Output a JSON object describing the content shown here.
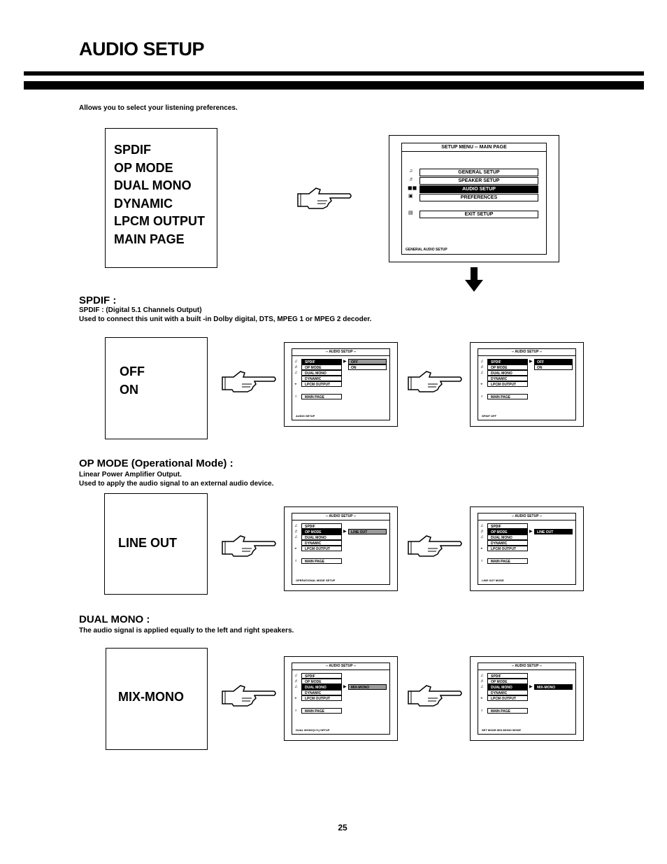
{
  "page": {
    "title": "AUDIO SETUP",
    "intro": "Allows you to select your listening preferences.",
    "page_number": "25"
  },
  "menu_box": {
    "items": [
      "SPDIF",
      "OP MODE",
      "DUAL MONO",
      "DYNAMIC",
      "LPCM OUTPUT",
      "MAIN PAGE"
    ]
  },
  "main_screen": {
    "header": "SETUP MENU -- MAIN PAGE",
    "items": [
      "GENERAL SETUP",
      "SPEAKER SETUP",
      "AUDIO SETUP",
      "PREFERENCES"
    ],
    "selected_index": 2,
    "exit": "EXIT SETUP",
    "footer": "GENERAL AUDIO SETUP"
  },
  "sections": [
    {
      "heading": "SPDIF :",
      "lines": [
        "SPDIF : (Digital 5.1 Channels Output)",
        "Used to connect this unit with a built -in Dolby digital, DTS, MPEG 1 or MPEG 2 decoder."
      ],
      "options": [
        "OFF",
        "ON"
      ],
      "screens": [
        {
          "footer": "AUDIO SETUP",
          "options": [
            "OFF",
            "ON"
          ],
          "sel_mode": "gray"
        },
        {
          "footer": "SPDIF OFF",
          "options": [
            "OFF",
            "ON"
          ],
          "sel_mode": "black"
        }
      ]
    },
    {
      "heading": "OP MODE (Operational Mode) :",
      "lines": [
        "Linear Power Amplifier Output.",
        "Used to apply the audio signal to an external audio device."
      ],
      "options": [
        "LINE OUT"
      ],
      "screens": [
        {
          "footer": "OPERATIONAL MODE SETUP",
          "options": [
            "LINE OUT"
          ],
          "sel_mode": "gray"
        },
        {
          "footer": "LINE OUT MODE",
          "options": [
            "LINE OUT"
          ],
          "sel_mode": "black"
        }
      ]
    },
    {
      "heading": "DUAL MONO :",
      "lines": [
        "The audio signal is applied equally to the left and right speakers."
      ],
      "options": [
        "MIX-MONO"
      ],
      "screens": [
        {
          "footer": "DUAL MONO(1+1) SETUP",
          "options": [
            "MIX-MONO"
          ],
          "sel_mode": "gray"
        },
        {
          "footer": "SET MODE MIX-MONO MODE",
          "options": [
            "MIX-MONO"
          ],
          "sel_mode": "black"
        }
      ]
    }
  ],
  "sub_screen": {
    "header": "-- AUDIO SETUP --",
    "items": [
      "SPDIF",
      "OP MODE",
      "DUAL MONO",
      "DYNAMIC",
      "LPCM OUTPUT"
    ],
    "main": "MAIN PAGE"
  },
  "icons": [
    "pointing-hand-icon",
    "down-arrow-icon",
    "speaker-icon",
    "disc-icon"
  ]
}
